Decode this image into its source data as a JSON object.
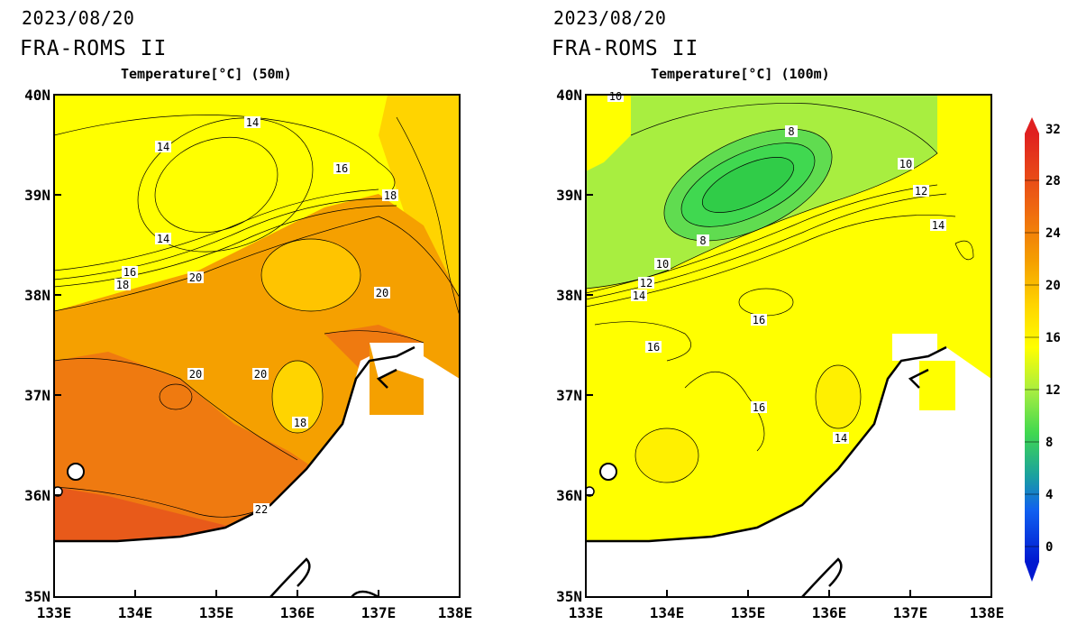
{
  "panels": [
    {
      "date": "2023/08/20",
      "model": "FRA-ROMS II",
      "subtitle": "Temperature[°C] (50m)",
      "contour_labels": [
        "14",
        "14",
        "16",
        "18",
        "14",
        "16",
        "18",
        "20",
        "20",
        "20",
        "20",
        "18",
        "22"
      ]
    },
    {
      "date": "2023/08/20",
      "model": "FRA-ROMS II",
      "subtitle": "Temperature[°C] (100m)",
      "contour_labels": [
        "10",
        "8",
        "8",
        "10",
        "12",
        "14",
        "10",
        "12",
        "14",
        "16",
        "16",
        "16",
        "14"
      ]
    }
  ],
  "axes": {
    "lat_labels": [
      "40N",
      "39N",
      "38N",
      "37N",
      "36N",
      "35N"
    ],
    "lon_labels": [
      "133E",
      "134E",
      "135E",
      "136E",
      "137E",
      "138E"
    ]
  },
  "colorbar": {
    "labels": [
      "32",
      "28",
      "24",
      "20",
      "16",
      "12",
      "8",
      "4",
      "0"
    ]
  },
  "colors": {
    "green": "#40d850",
    "light_green": "#a8ee40",
    "yellow": "#ffff00",
    "yellow_orange": "#ffd400",
    "orange": "#f5a000",
    "dark_orange": "#ef7a10",
    "red_orange": "#e85a1a"
  }
}
